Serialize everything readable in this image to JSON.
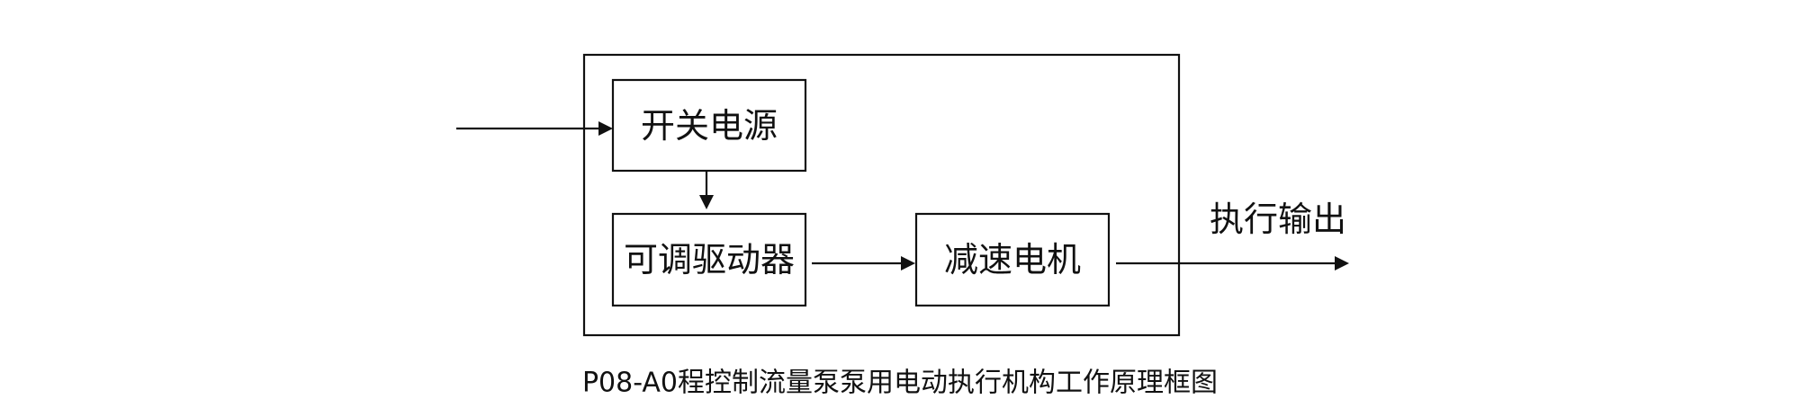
{
  "diagram": {
    "nodes": {
      "power": {
        "label": "开关电源"
      },
      "driver": {
        "label": "可调驱动器"
      },
      "motor": {
        "label": "减速电机"
      }
    },
    "output_label": "执行输出",
    "caption": "P08-A0程控制流量泵泵用电动执行机构工作原理框图"
  }
}
